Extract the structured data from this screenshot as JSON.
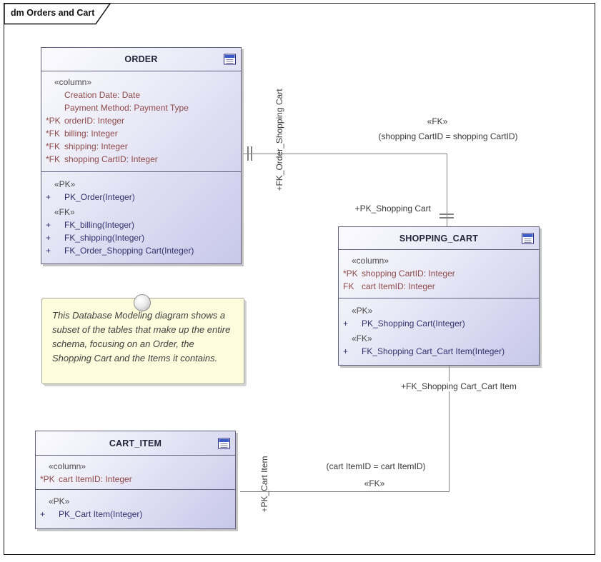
{
  "frame": {
    "label": "dm Orders and Cart"
  },
  "colors": {
    "table_border": "#62627e",
    "table_fill_light": "#fbfbff",
    "table_fill_dark": "#c7c7ea",
    "column_text": "#8e4a49",
    "operation_text": "#32326e",
    "stereotype_text": "#4a4a4a",
    "connector_line": "#808080",
    "note_fill": "#fdfcdc",
    "note_border": "#a8a89a",
    "icon_titlebar_blue": "#3a5bc8"
  },
  "tables": [
    {
      "title": "ORDER",
      "columns_stereotype": "«column»",
      "columns": [
        {
          "prefix": "",
          "text": "Creation Date: Date"
        },
        {
          "prefix": "",
          "text": "Payment Method: Payment Type"
        },
        {
          "prefix": "*PK",
          "text": "orderID: Integer"
        },
        {
          "prefix": "*FK",
          "text": "billing: Integer"
        },
        {
          "prefix": "*FK",
          "text": "shipping: Integer"
        },
        {
          "prefix": "*FK",
          "text": "shopping CartID: Integer"
        }
      ],
      "operations": [
        {
          "stereo": "«PK»"
        },
        {
          "prefix": "+",
          "text": "PK_Order(Integer)"
        },
        {
          "stereo": "«FK»"
        },
        {
          "prefix": "+",
          "text": "FK_billing(Integer)"
        },
        {
          "prefix": "+",
          "text": "FK_shipping(Integer)"
        },
        {
          "prefix": "+",
          "text": "FK_Order_Shopping Cart(Integer)"
        }
      ]
    },
    {
      "title": "SHOPPING_CART",
      "columns_stereotype": "«column»",
      "columns": [
        {
          "prefix": "*PK",
          "text": "shopping CartID: Integer"
        },
        {
          "prefix": "FK",
          "text": "cart ItemID: Integer"
        }
      ],
      "operations": [
        {
          "stereo": "«PK»"
        },
        {
          "prefix": "+",
          "text": "PK_Shopping Cart(Integer)"
        },
        {
          "stereo": "«FK»"
        },
        {
          "prefix": "+",
          "text": "FK_Shopping Cart_Cart Item(Integer)"
        }
      ]
    },
    {
      "title": "CART_ITEM",
      "columns_stereotype": "«column»",
      "columns": [
        {
          "prefix": "*PK",
          "text": "cart ItemID: Integer"
        }
      ],
      "operations": [
        {
          "stereo": "«PK»"
        },
        {
          "prefix": "+",
          "text": "PK_Cart Item(Integer)"
        }
      ]
    }
  ],
  "note": {
    "text": "This Database Modeling diagram shows a subset of the tables that make up the entire schema, focusing on an Order, the Shopping Cart and the Items it contains."
  },
  "connectors": [
    {
      "stereotype": "«FK»",
      "constraint": "(shopping CartID = shopping CartID)",
      "source_role": "+FK_Order_Shopping Cart",
      "target_role": "+PK_Shopping Cart"
    },
    {
      "stereotype": "«FK»",
      "constraint": "(cart ItemID = cart ItemID)",
      "source_role": "+FK_Shopping Cart_Cart Item",
      "target_role": "+PK_Cart Item"
    }
  ]
}
